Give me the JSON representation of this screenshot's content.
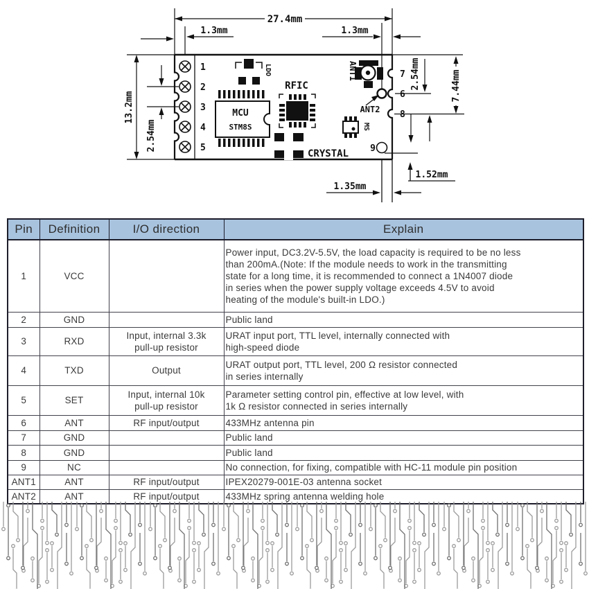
{
  "colors": {
    "header_bg": "#a8c3de",
    "table_border": "#1d1d2b",
    "drawing_line": "#111111",
    "trace_gray": "#909090"
  },
  "diagram": {
    "dim_total_width": "27.4mm",
    "dim_left_inset": "1.3mm",
    "dim_right_inset": "1.3mm",
    "dim_total_height": "13.2mm",
    "dim_pitch_left": "2.54mm",
    "dim_pitch_right": "2.54mm",
    "dim_right_span": "7.44mm",
    "dim_bottom_offset": "1.35mm",
    "dim_bottom_edge": "1.52mm",
    "pins_left": [
      "1",
      "2",
      "3",
      "4",
      "5"
    ],
    "pins_right": [
      "7",
      "6",
      "8",
      "9"
    ],
    "components": {
      "ldo": "LDO",
      "mcu": "MCU",
      "mcu_part": "STM8S",
      "rfic": "RFIC",
      "crystal": "CRYSTAL",
      "ms": "MS",
      "ant1": "ANT1",
      "ant2": "ANT2"
    }
  },
  "table": {
    "headers": [
      "Pin",
      "Definition",
      "I/O direction",
      "Explain"
    ],
    "rows": [
      {
        "pin": "1",
        "definition": "VCC",
        "io": "",
        "explain": "Power input, DC3.2V-5.5V, the load capacity is required to be no less\nthan 200mA.(Note: If the module needs to work in the transmitting\nstate for a long time, it is recommended to connect a 1N4007 diode\nin series when the power supply voltage exceeds 4.5V to avoid\nheating of the module's built-in LDO.)"
      },
      {
        "pin": "2",
        "definition": "GND",
        "io": "",
        "explain": "Public land"
      },
      {
        "pin": "3",
        "definition": "RXD",
        "io": "Input, internal 3.3k\npull-up resistor",
        "explain": "URAT input port, TTL level, internally connected with\nhigh-speed diode"
      },
      {
        "pin": "4",
        "definition": "TXD",
        "io": "Output",
        "explain": "URAT output port, TTL level, 200 Ω resistor connected\nin series internally"
      },
      {
        "pin": "5",
        "definition": "SET",
        "io": "Input, internal 10k\npull-up resistor",
        "explain": "Parameter setting control pin, effective at low level, with\n1k Ω resistor connected in series internally"
      },
      {
        "pin": "6",
        "definition": "ANT",
        "io": "RF input/output",
        "explain": "433MHz antenna pin"
      },
      {
        "pin": "7",
        "definition": "GND",
        "io": "",
        "explain": "Public land"
      },
      {
        "pin": "8",
        "definition": "GND",
        "io": "",
        "explain": "Public land"
      },
      {
        "pin": "9",
        "definition": "NC",
        "io": "",
        "explain": "No connection, for fixing, compatible with HC-11 module pin position"
      },
      {
        "pin": "ANT1",
        "definition": "ANT",
        "io": "RF input/output",
        "explain": "IPEX20279-001E-03 antenna socket"
      },
      {
        "pin": "ANT2",
        "definition": "ANT",
        "io": "RF input/output",
        "explain": "433MHz spring antenna welding hole"
      }
    ]
  }
}
